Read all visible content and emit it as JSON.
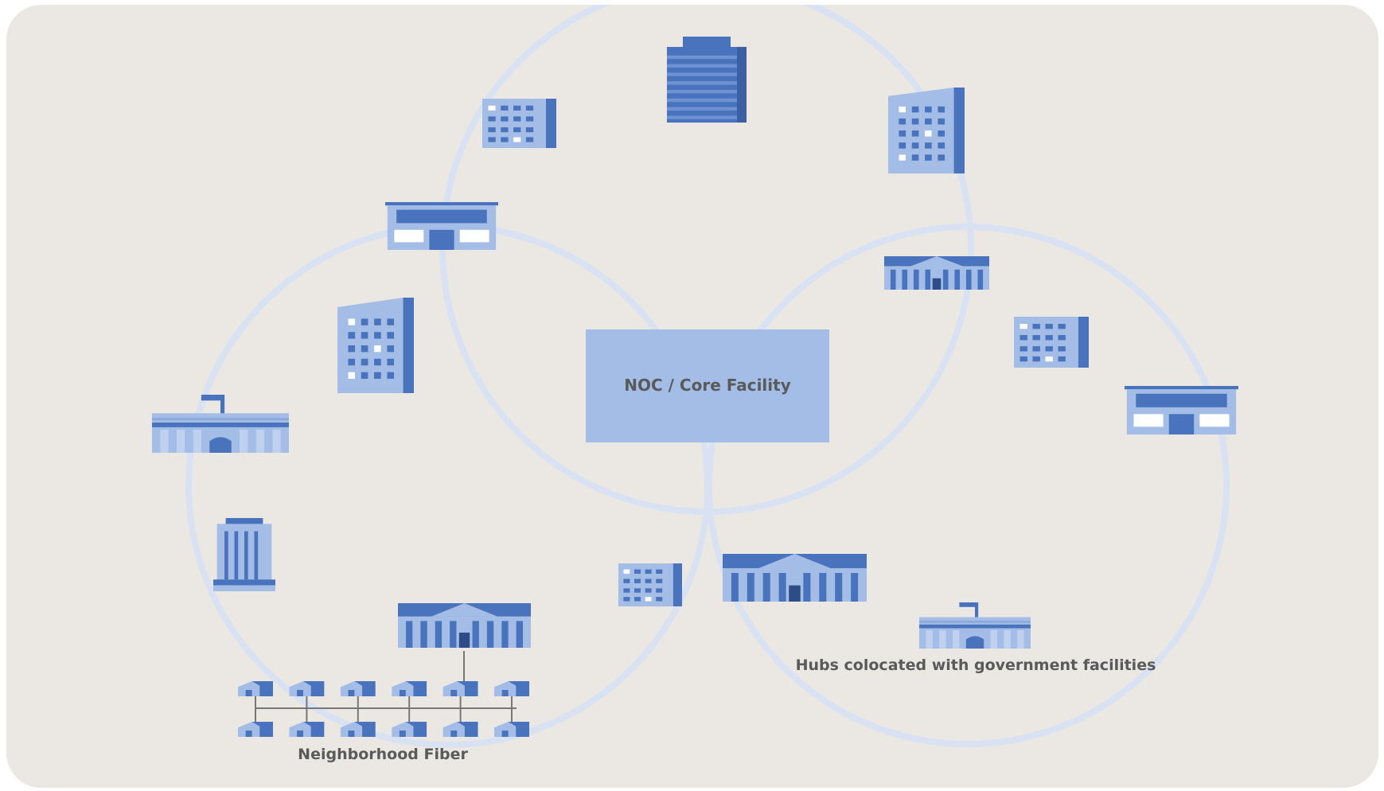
{
  "colors": {
    "background": "#ebe8e4",
    "ring": "#d8e2f2",
    "building_light": "#a3bde6",
    "building_dark": "#4a73bd",
    "label_text": "#5a5a5a",
    "core_fill": "#a3bde6",
    "wire": "#777777"
  },
  "core": {
    "label": "NOC / Core Facility"
  },
  "rings": [
    {
      "name": "top-ring",
      "sites": [
        "tower-icon",
        "office-building-icon",
        "office-tall-icon",
        "storefront-icon",
        "government-building-icon"
      ]
    },
    {
      "name": "left-ring",
      "sites": [
        "office-tall-icon",
        "capitol-building-icon",
        "column-tower-icon",
        "government-building-icon",
        "office-building-icon"
      ]
    },
    {
      "name": "right-ring",
      "sites": [
        "office-building-icon",
        "storefront-icon",
        "capitol-building-icon",
        "government-building-icon"
      ]
    }
  ],
  "labels": {
    "hubs": "Hubs colocated with government facilities",
    "neighborhood": "Neighborhood Fiber"
  },
  "neighborhood": {
    "houses_per_row": 6,
    "rows": 2
  }
}
